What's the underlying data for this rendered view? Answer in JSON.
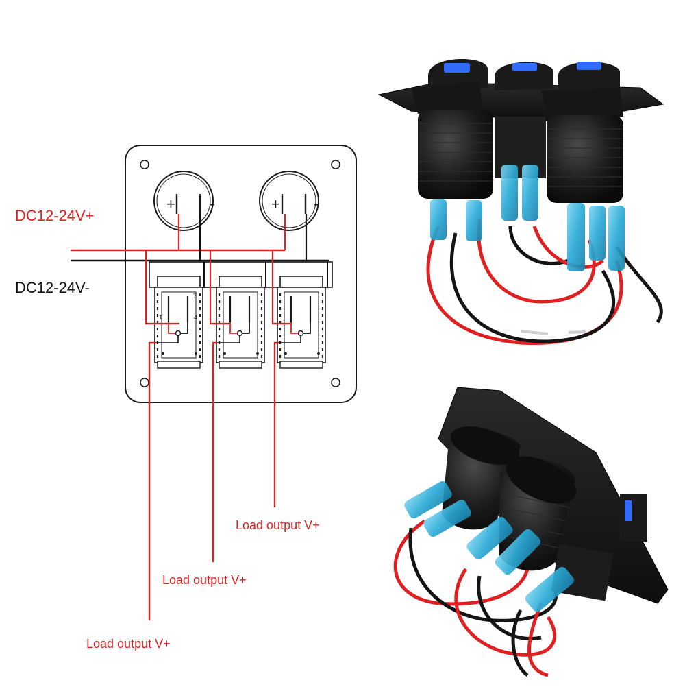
{
  "labels": {
    "dc_positive": "DC12-24V+",
    "dc_negative": "DC12-24V-",
    "load_output_1": "Load output V+",
    "load_output_2": "Load output V+",
    "load_output_3": "Load output V+"
  },
  "sockets": {
    "left": {
      "plus": "+",
      "minus": "-"
    },
    "right": {
      "plus": "+",
      "minus": "-"
    }
  },
  "switch_pins": {
    "top_right": "7",
    "middle_right": "4",
    "middle_left": "1"
  },
  "colors": {
    "positive_wire": "#e02020",
    "negative_wire": "#111111",
    "terminal_blue": "#29a9d6",
    "panel_black": "#1a1a1a",
    "switch_led": "#2f6cff"
  }
}
